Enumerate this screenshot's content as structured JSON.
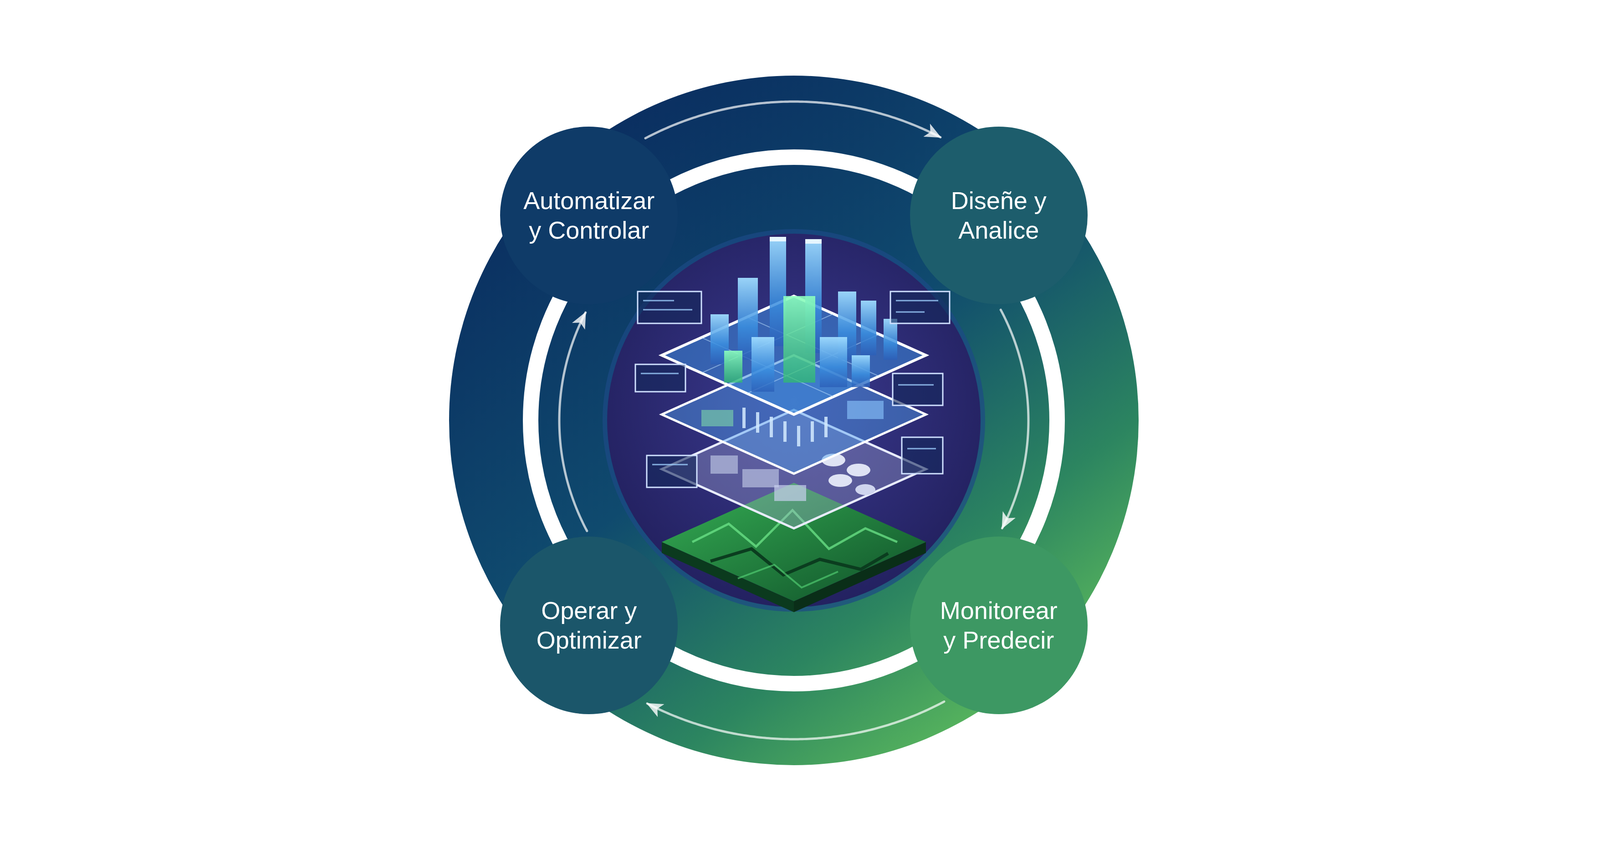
{
  "diagram": {
    "nodes": [
      {
        "text": [
          "Automatizar y Controlar"
        ]
      },
      {
        "text": [
          "Diseñe y Analice"
        ]
      },
      {
        "text": [
          "Operar y Optimizar"
        ]
      },
      {
        "text": [
          "Monitorear y Predecir"
        ]
      }
    ],
    "edges": [
      {
        "from": 0,
        "to": 1,
        "arrow": "to"
      },
      {
        "from": 1,
        "to": 3,
        "arrow": "to"
      },
      {
        "from": 3,
        "to": 2,
        "arrow": "to"
      },
      {
        "from": 2,
        "to": 0,
        "arrow": "to"
      }
    ]
  }
}
